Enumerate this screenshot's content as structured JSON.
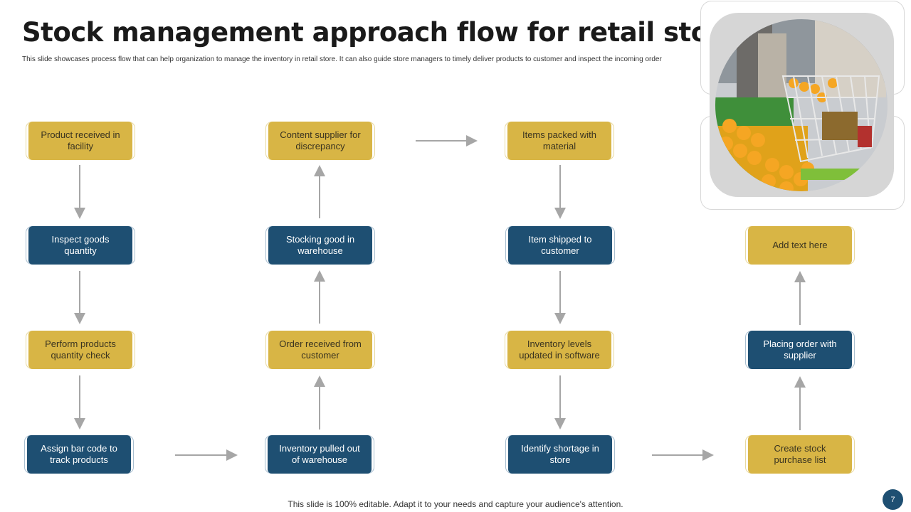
{
  "slide": {
    "title": "Stock management approach flow for retail store",
    "subtitle": "This slide showcases process flow that can help organization to manage the inventory in retail store. It can also guide store managers to timely deliver products to customer and inspect the incoming order",
    "footer": "This slide is 100% editable. Adapt it to your needs and capture your audience's attention.",
    "page_number": "7"
  },
  "colors": {
    "gold": "#d8b545",
    "navy": "#1e4f72",
    "arrow": "#a6a6a6"
  },
  "flow": {
    "col1": {
      "n1": "Product received in facility",
      "n2": "Inspect goods quantity",
      "n3": "Perform products quantity check",
      "n4": "Assign bar code to track products"
    },
    "col2": {
      "n1": "Content supplier for discrepancy",
      "n2": "Stocking good in warehouse",
      "n3": "Order received from customer",
      "n4": "Inventory pulled out of warehouse"
    },
    "col3": {
      "n1": "Items packed with material",
      "n2": "Item shipped to customer",
      "n3": "Inventory levels updated in software",
      "n4": "Identify shortage in store"
    },
    "col4": {
      "n2": "Add text here",
      "n3": "Placing order with supplier",
      "n4": "Create stock purchase list"
    }
  }
}
